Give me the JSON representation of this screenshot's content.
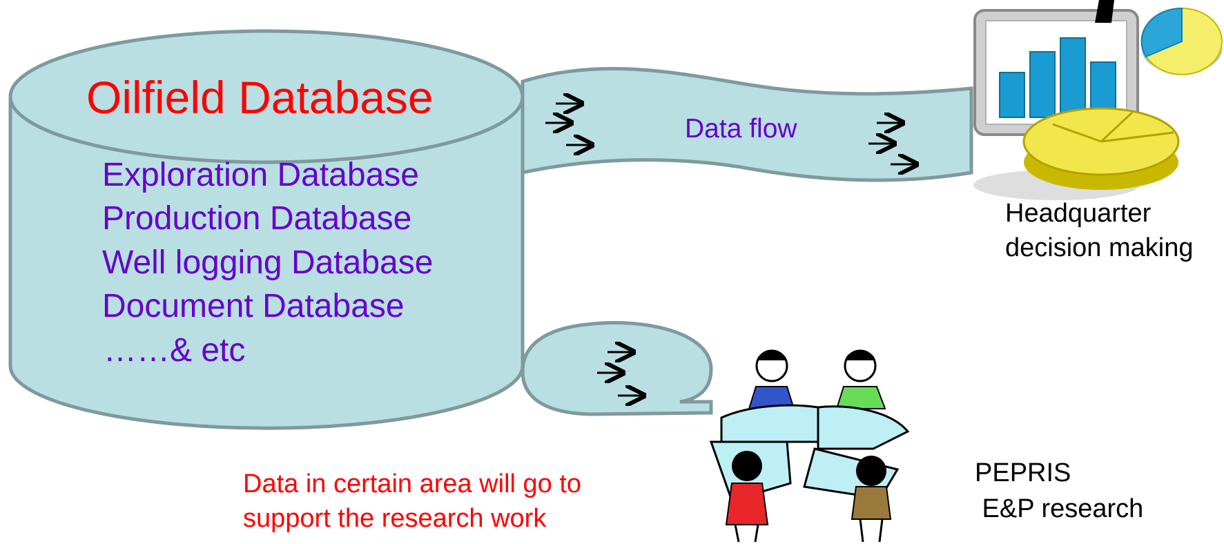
{
  "database": {
    "title": "Oilfield Database",
    "items": [
      "Exploration Database",
      "Production Database",
      "Well logging Database",
      "Document Database",
      " ……& etc"
    ]
  },
  "flow": {
    "label": "Data flow"
  },
  "headquarter": {
    "line1": "Headquarter",
    "line2": "decision making"
  },
  "research_note": {
    "line1": "Data in certain area will go to",
    "line2": "support the research work"
  },
  "pepris": {
    "line1": "PEPRIS",
    "line2": " E&P research"
  },
  "colors": {
    "shape_fill": "#b9dfe3",
    "shape_stroke": "#7f9a9d",
    "title": "#ff0000",
    "items": "#6600cc",
    "labels": "#000000"
  }
}
